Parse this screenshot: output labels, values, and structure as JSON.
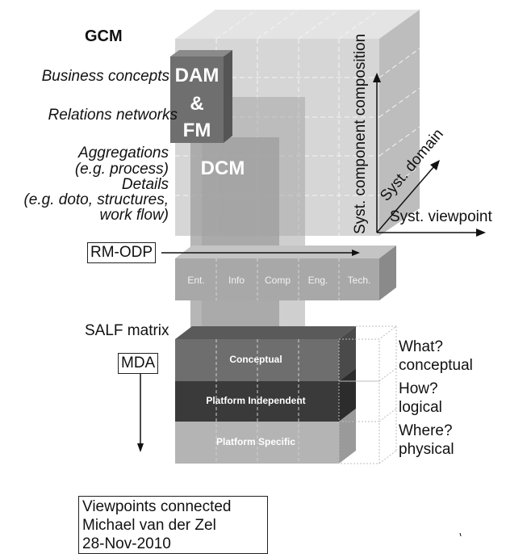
{
  "title": "GCM",
  "left_labels": {
    "business_concepts": "Business concepts",
    "relations_networks": "Relations networks",
    "aggregations_1": "Aggregations",
    "aggregations_2": "(e.g. process)",
    "details_1": "Details",
    "details_2": "(e.g. doto, structures,",
    "details_3": "work flow)"
  },
  "overlays": {
    "dam_1": "DAM",
    "dam_2": "&",
    "dam_3": "FM",
    "dcm": "DCM"
  },
  "axes": {
    "vertical": "Syst. component composition",
    "diagonal": "Syst. domain",
    "horizontal": "Syst. viewpoint"
  },
  "rm_odp": {
    "label": "RM-ODP",
    "cells": [
      "Ent.",
      "Info",
      "Comp",
      "Eng.",
      "Tech."
    ]
  },
  "salf": {
    "label": "SALF matrix",
    "layers": [
      "Conceptual",
      "Platform Independent",
      "Platform Specific"
    ],
    "questions": [
      {
        "q": "What?",
        "a": "conceptual"
      },
      {
        "q": "How?",
        "a": "logical"
      },
      {
        "q": "Where?",
        "a": "physical"
      }
    ]
  },
  "mda": {
    "label": "MDA"
  },
  "credits": [
    "Viewpoints connected",
    "Michael van der Zel",
    "28-Nov-2010"
  ],
  "colors": {
    "cube_face": "#d2d2d2",
    "cube_side": "#b8b8b8",
    "dam_box": "#6f6f6f",
    "dcm_box": "#a3a3a3",
    "rm_odp_face": "#a8a8a8",
    "salf_conceptual": "#6e6e6e",
    "salf_independent": "#3a3a3a",
    "salf_specific": "#b4b4b4"
  }
}
